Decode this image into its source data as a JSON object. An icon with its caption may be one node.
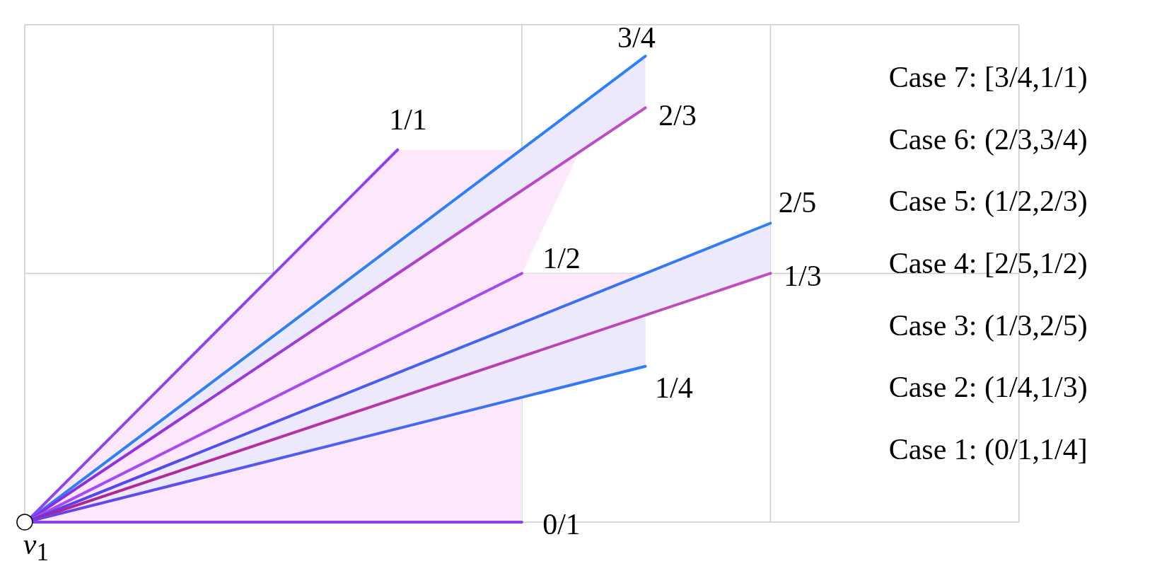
{
  "diagram": {
    "labels": [
      "3/4",
      "1/1",
      "2/3",
      "2/5",
      "1/2",
      "1/3",
      "1/4",
      "0/1",
      "*v*$_{1}$",
      "Case 7: [3/4,1/1)",
      "Case 6: (2/3,3/4)",
      "Case 5: (1/2,2/3)",
      "Case 4: [2/5,1/2)",
      "Case 3: (1/3,2/5)",
      "Case 2: (1/4,1/3)",
      "Case 1: (0/1,1/4]"
    ]
  }
}
